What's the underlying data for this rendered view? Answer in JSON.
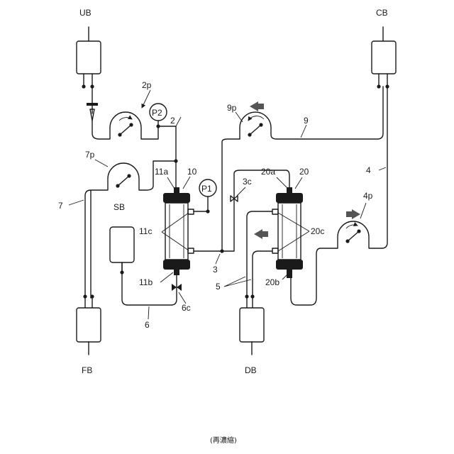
{
  "caption": "(再濃縮)",
  "bags": {
    "ub": "UB",
    "cb": "CB",
    "fb": "FB",
    "db": "DB",
    "sb": "SB"
  },
  "gauges": {
    "p1": "P1",
    "p2": "P2"
  },
  "refs": {
    "r2p": "2p",
    "r2": "2",
    "r9p": "9p",
    "r9": "9",
    "r7p": "7p",
    "r7": "7",
    "r10": "10",
    "r11a": "11a",
    "r11c": "11c",
    "r11b": "11b",
    "r3": "3",
    "r3c": "3c",
    "r20a": "20a",
    "r20": "20",
    "r20c": "20c",
    "r20b": "20b",
    "r4": "4",
    "r4p": "4p",
    "r5": "5",
    "r6": "6",
    "r6c": "6c"
  }
}
